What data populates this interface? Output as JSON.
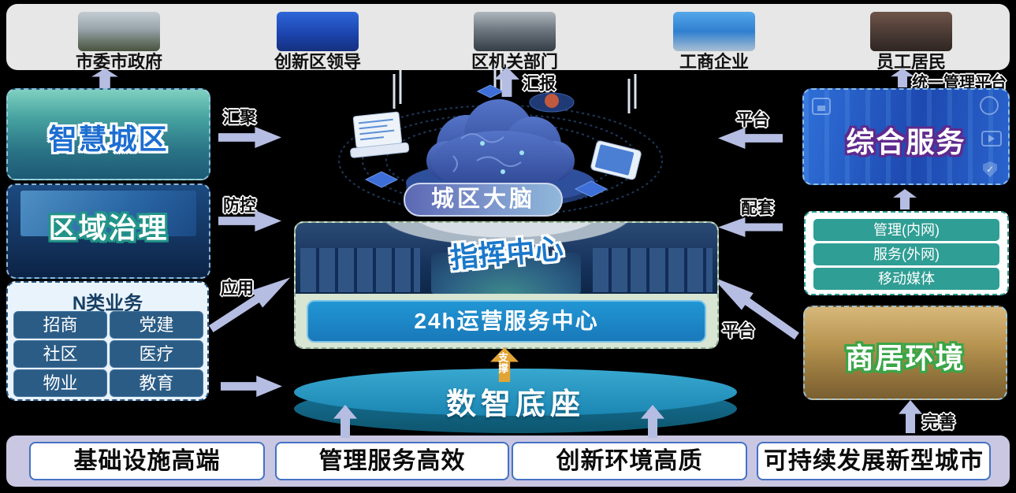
{
  "stakeholders": {
    "items": [
      {
        "label": "市委市政府"
      },
      {
        "label": "创新区领导"
      },
      {
        "label": "区机关部门"
      },
      {
        "label": "工商企业"
      },
      {
        "label": "员工居民"
      }
    ]
  },
  "left_column": {
    "smart_city_label": "智慧城区",
    "regional_governance_label": "区域治理",
    "n_business": {
      "title": "N类业务",
      "items": [
        "招商",
        "党建",
        "社区",
        "医疗",
        "物业",
        "教育"
      ]
    }
  },
  "center": {
    "city_brain_label": "城区大脑",
    "command_center_label": "指挥中心",
    "ops_center_label": "24h运营服务中心",
    "digital_base_label": "数智底座"
  },
  "right_column": {
    "integrated_services_label": "综合服务",
    "channels": [
      "管理(内网)",
      "服务(外网)",
      "移动媒体"
    ],
    "business_environment_label": "商居环境"
  },
  "arrows": {
    "aggregate": "汇聚",
    "prevention": "防控",
    "application": "应用",
    "report": "汇报",
    "platform_top": "平台",
    "support_facilities": "配套",
    "platform_bottom": "平台",
    "improve": "完善",
    "unified_platform": "统一管理平台",
    "support": "支撑"
  },
  "bottom_goals": [
    "基础设施高端",
    "管理服务高效",
    "创新环境高质",
    "可持续发展新型城市"
  ],
  "colors": {
    "arrow": "#b5bde2",
    "gold_arrow": "#e2a434",
    "teal_button": "#2f9e94",
    "navy_button": "#2b5c86",
    "ops_bar_blue": "#1b86c6",
    "disk_teal": "#1b86b2",
    "bottom_bar": "#c9c7e1",
    "top_bar": "#e7e7e7",
    "box_border_blue": "#4472c4"
  }
}
